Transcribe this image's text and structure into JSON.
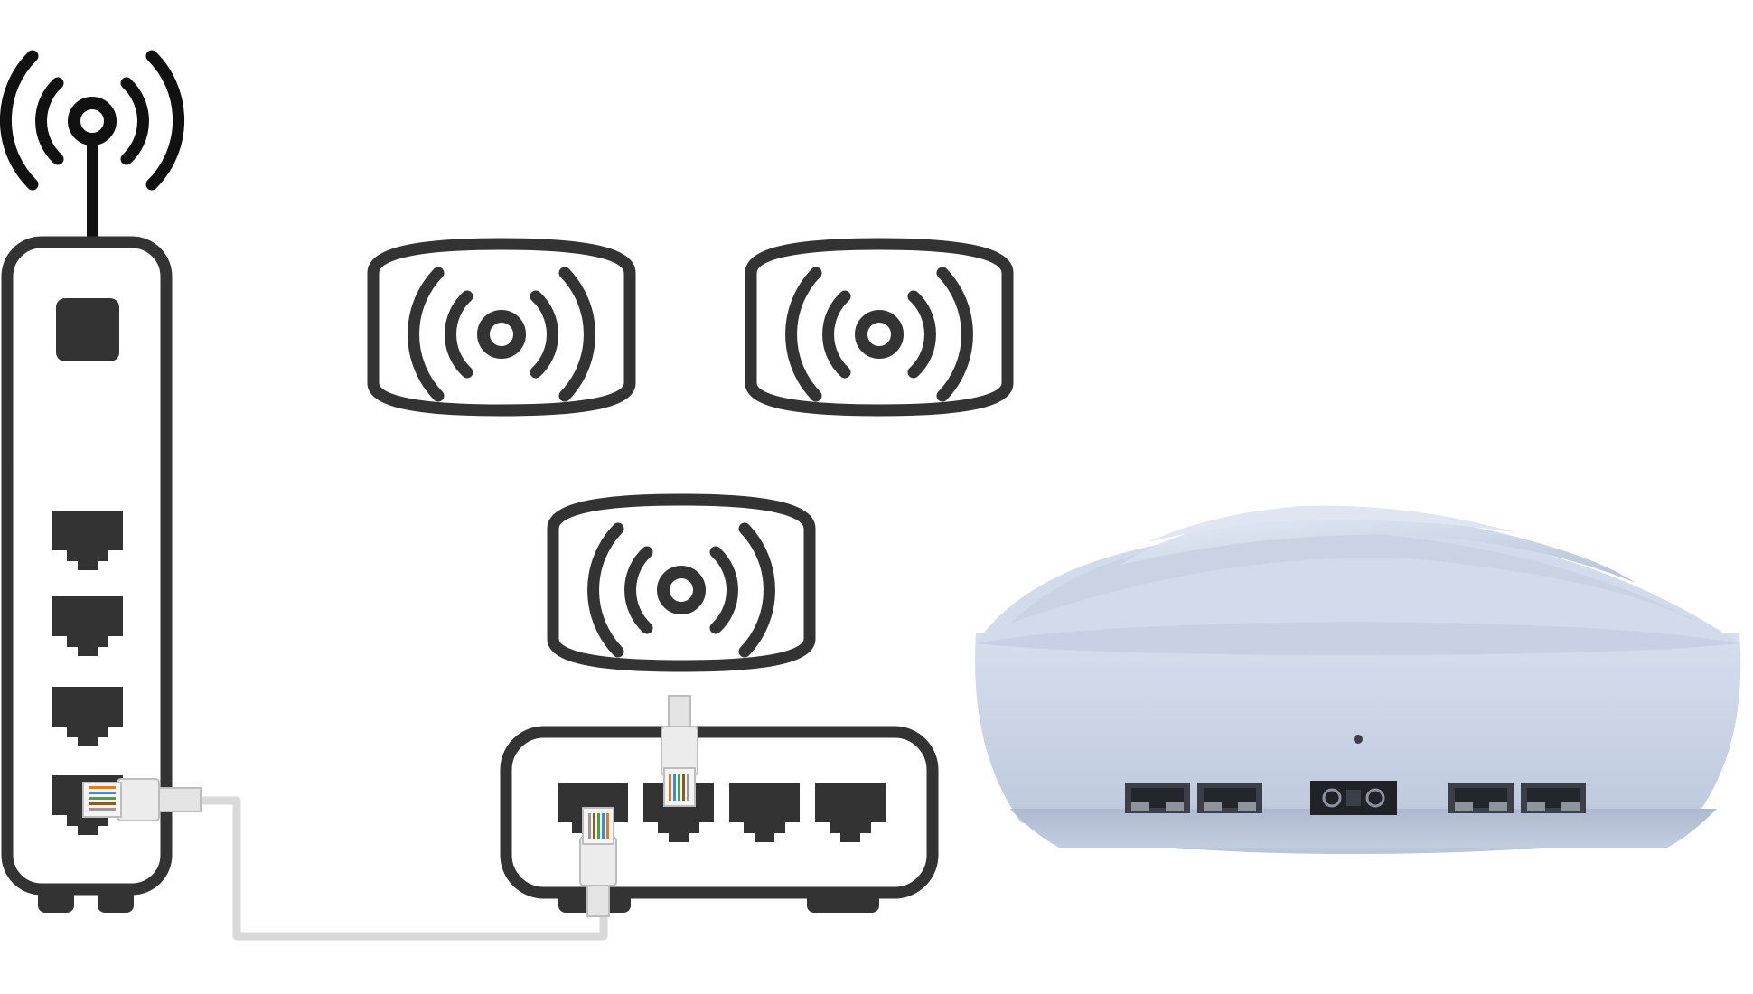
{
  "diagram": {
    "background_color": "#ffffff",
    "icon_color": "#333333",
    "cable_color": "#d9d9d9",
    "device_color": "#c9d3e4",
    "port_count": 6,
    "nodes": [
      {
        "id": "router",
        "icon": "wifi-router-icon",
        "ports": 4
      },
      {
        "id": "access-point-1",
        "icon": "wireless-access-point-icon"
      },
      {
        "id": "access-point-2",
        "icon": "wireless-access-point-icon"
      },
      {
        "id": "access-point-3",
        "icon": "wireless-access-point-icon"
      },
      {
        "id": "switch",
        "icon": "network-switch-icon",
        "ports": 4
      },
      {
        "id": "mesh-unit",
        "icon": "mesh-access-point-photo",
        "ports": 5
      }
    ],
    "edges": [
      {
        "from": "router",
        "to": "switch",
        "type": "ethernet-cable"
      },
      {
        "from": "access-point-3",
        "to": "switch",
        "type": "ethernet-cable"
      }
    ]
  }
}
